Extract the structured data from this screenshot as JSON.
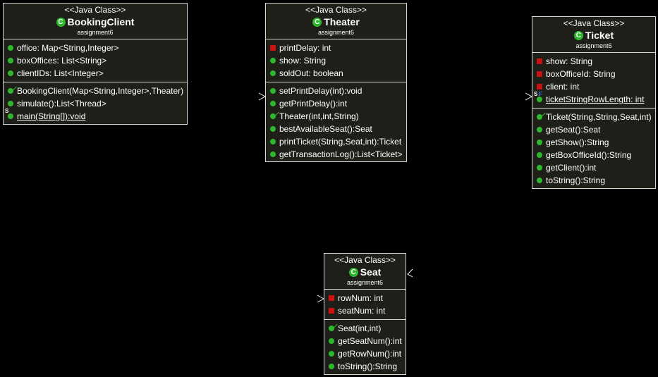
{
  "stereotype": "<<Java Class>>",
  "class_icon_letter": "C",
  "colors": {
    "background": "#000000",
    "box_fill": "#1f1f1a",
    "border": "#d8d8d8",
    "public": "#2eb82e",
    "private": "#cc1111",
    "final": "#3b7ff5"
  },
  "classes": {
    "booking_client": {
      "name": "BookingClient",
      "package": "assignment6",
      "attributes": [
        {
          "visibility": "public",
          "text": "office: Map<String,Integer>"
        },
        {
          "visibility": "public",
          "text": "boxOffices: List<String>"
        },
        {
          "visibility": "public",
          "text": "clientIDs: List<Integer>"
        }
      ],
      "operations": [
        {
          "kind": "constructor",
          "text": "BookingClient(Map<String,Integer>,Theater)"
        },
        {
          "kind": "public",
          "text": "simulate():List<Thread>"
        },
        {
          "kind": "static",
          "text": "main(String[]):void",
          "static_marker": "S"
        }
      ]
    },
    "theater": {
      "name": "Theater",
      "package": "assignment6",
      "attributes": [
        {
          "visibility": "private",
          "text": "printDelay: int"
        },
        {
          "visibility": "public",
          "text": "show: String"
        },
        {
          "visibility": "public",
          "text": "soldOut: boolean"
        }
      ],
      "operations": [
        {
          "kind": "public",
          "text": "setPrintDelay(int):void"
        },
        {
          "kind": "public",
          "text": "getPrintDelay():int"
        },
        {
          "kind": "constructor",
          "text": "Theater(int,int,String)"
        },
        {
          "kind": "public",
          "text": "bestAvailableSeat():Seat"
        },
        {
          "kind": "public",
          "text": "printTicket(String,Seat,int):Ticket"
        },
        {
          "kind": "public",
          "text": "getTransactionLog():List<Ticket>"
        }
      ]
    },
    "ticket": {
      "name": "Ticket",
      "package": "assignment6",
      "attributes": [
        {
          "visibility": "private",
          "text": "show: String"
        },
        {
          "visibility": "private",
          "text": "boxOfficeId: String"
        },
        {
          "visibility": "private",
          "text": "client: int"
        },
        {
          "visibility": "static-final",
          "text": "ticketStringRowLength: int",
          "static_marker": "S",
          "final_marker": "F"
        }
      ],
      "operations": [
        {
          "kind": "constructor",
          "text": "Ticket(String,String,Seat,int)"
        },
        {
          "kind": "public",
          "text": "getSeat():Seat"
        },
        {
          "kind": "public",
          "text": "getShow():String"
        },
        {
          "kind": "public",
          "text": "getBoxOfficeId():String"
        },
        {
          "kind": "public",
          "text": "getClient():int"
        },
        {
          "kind": "public",
          "text": "toString():String"
        }
      ]
    },
    "seat": {
      "name": "Seat",
      "package": "assignment6",
      "attributes": [
        {
          "visibility": "private",
          "text": "rowNum: int"
        },
        {
          "visibility": "private",
          "text": "seatNum: int"
        }
      ],
      "operations": [
        {
          "kind": "constructor",
          "text": "Seat(int,int)"
        },
        {
          "kind": "public",
          "text": "getSeatNum():int"
        },
        {
          "kind": "public",
          "text": "getRowNum():int"
        },
        {
          "kind": "public",
          "text": "toString():String"
        }
      ]
    }
  }
}
